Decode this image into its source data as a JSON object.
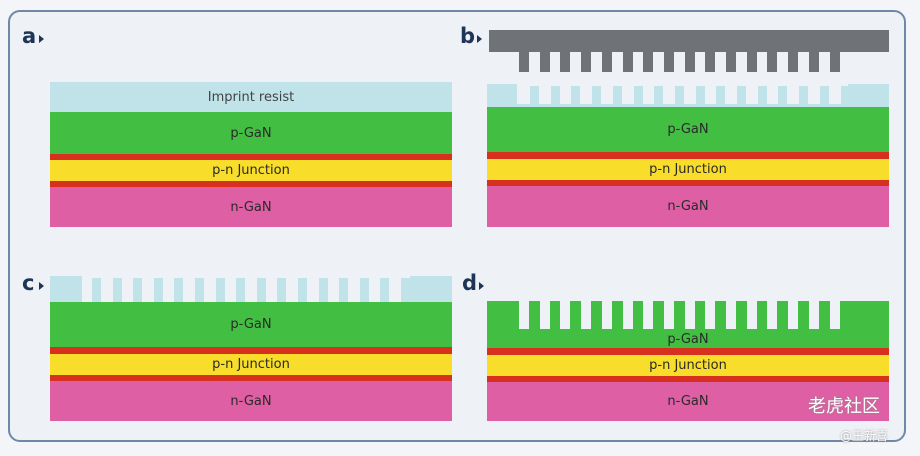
{
  "panels": {
    "a": {
      "label": "a",
      "resist": "Imprint resist",
      "pgan": "p-GaN",
      "junction": "p-n Junction",
      "ngan": "n-GaN"
    },
    "b": {
      "label": "b",
      "pgan": "p-GaN",
      "junction": "p-n Junction",
      "ngan": "n-GaN"
    },
    "c": {
      "label": "c",
      "pgan": "p-GaN",
      "junction": "p-n Junction",
      "ngan": "n-GaN"
    },
    "d": {
      "label": "d",
      "pgan": "p-GaN",
      "junction": "p-n Junction",
      "ngan": "n-GaN"
    }
  },
  "watermark": {
    "main": "老虎社区",
    "sub": "@王新喜"
  },
  "colors": {
    "resist": "#bfe3e9",
    "pgan": "#42bf43",
    "red": "#d7301f",
    "yellow": "#f8dd2a",
    "ngan": "#de5fa4",
    "mold": "#6f7276"
  }
}
